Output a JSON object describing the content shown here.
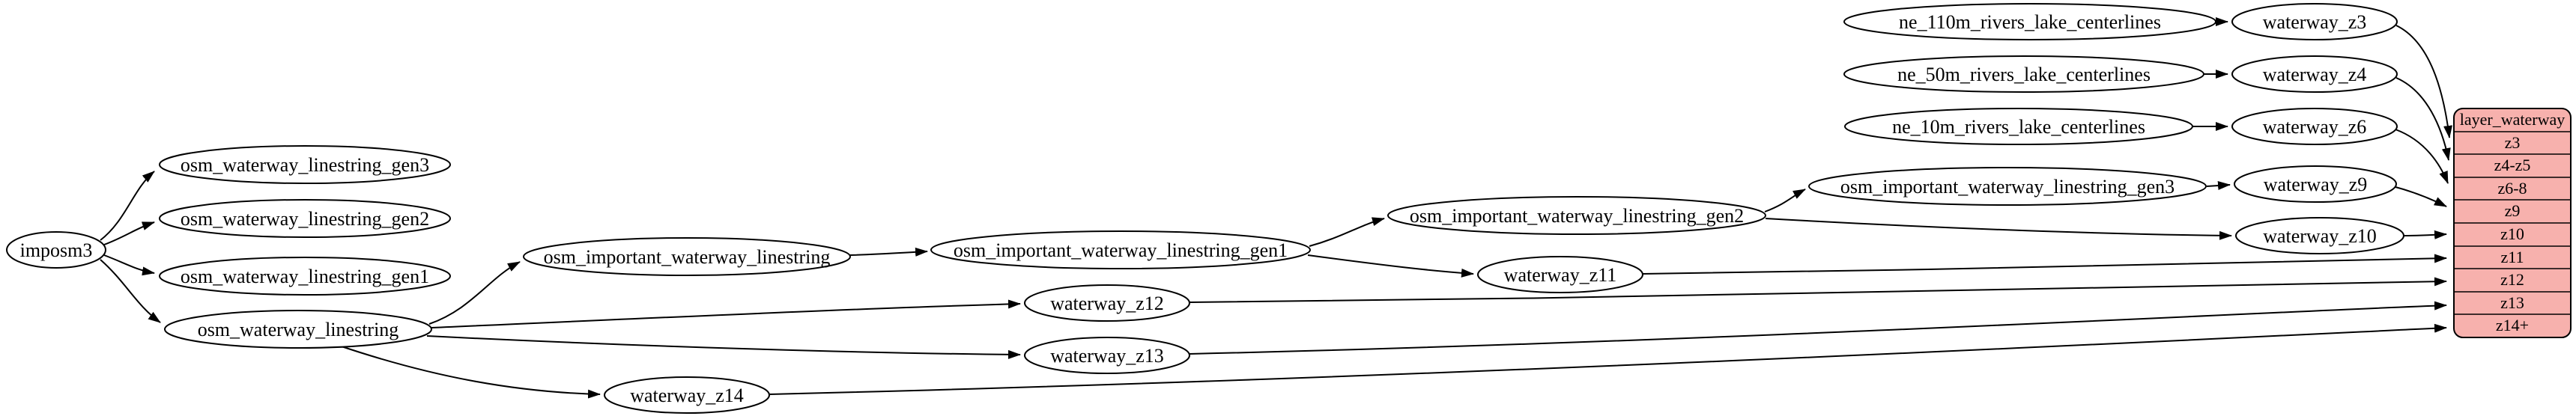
{
  "diagram": {
    "nodes": {
      "imposm3": "imposm3",
      "owl_gen3": "osm_waterway_linestring_gen3",
      "owl_gen2": "osm_waterway_linestring_gen2",
      "owl_gen1": "osm_waterway_linestring_gen1",
      "owl": "osm_waterway_linestring",
      "oiwl": "osm_important_waterway_linestring",
      "oiwl_gen1": "osm_important_waterway_linestring_gen1",
      "oiwl_gen2": "osm_important_waterway_linestring_gen2",
      "oiwl_gen3": "osm_important_waterway_linestring_gen3",
      "ne110": "ne_110m_rivers_lake_centerlines",
      "ne50": "ne_50m_rivers_lake_centerlines",
      "ne10": "ne_10m_rivers_lake_centerlines",
      "z3": "waterway_z3",
      "z4": "waterway_z4",
      "z6": "waterway_z6",
      "z9": "waterway_z9",
      "z10": "waterway_z10",
      "z11": "waterway_z11",
      "z12": "waterway_z12",
      "z13": "waterway_z13",
      "z14": "waterway_z14"
    },
    "layer_table": {
      "title": "layer_waterway",
      "rows": [
        "z3",
        "z4-z5",
        "z6-8",
        "z9",
        "z10",
        "z11",
        "z12",
        "z13",
        "z14+"
      ]
    },
    "colors": {
      "table_fill": "#f7b1ad",
      "node_fill": "#ffffff",
      "stroke": "#000000"
    }
  }
}
